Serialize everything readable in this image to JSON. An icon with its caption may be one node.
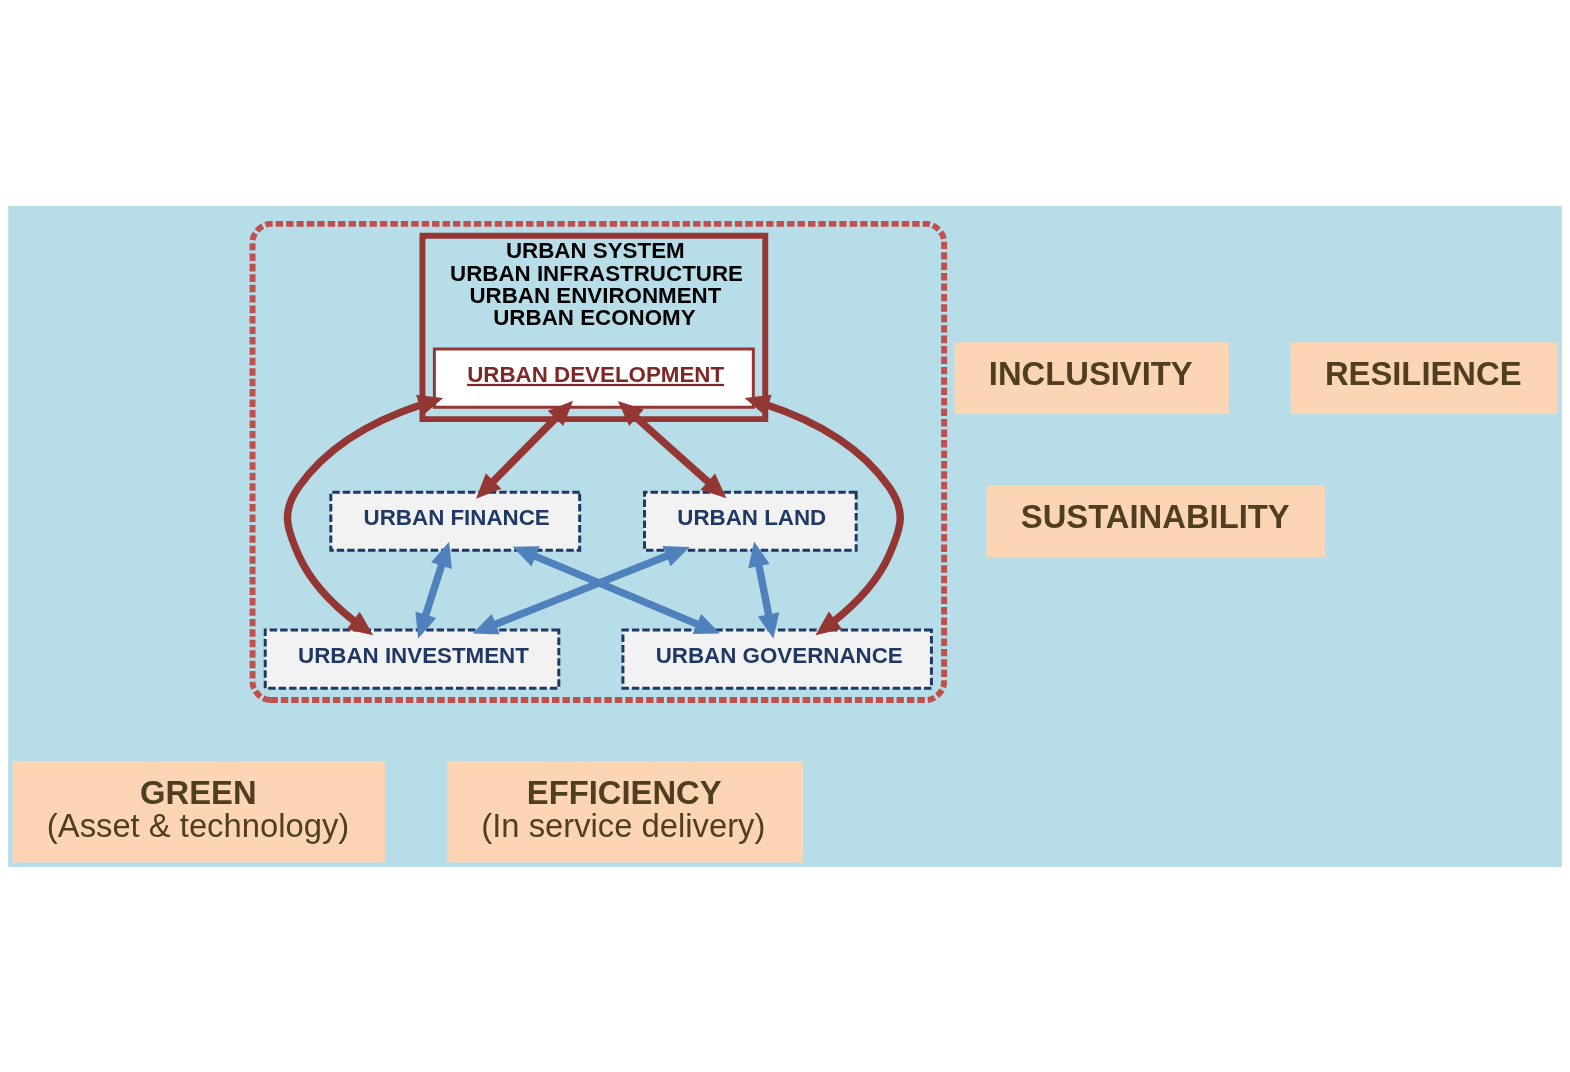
{
  "diagram": {
    "nodes": [
      {
        "text": [],
        "shape": "ellipse"
      },
      {
        "text": [
          "SUSTAINABILITY"
        ]
      },
      {
        "text": [
          "INCLUSIVITY"
        ]
      },
      {
        "text": [
          "RESILIENCE"
        ]
      },
      {
        "text": [
          "GREEN",
          "(Asset & technology)"
        ]
      },
      {
        "text": [
          "EFFICIENCY",
          "(In service delivery)"
        ]
      },
      {
        "text": [
          "URBAN GOVERNANCE"
        ],
        "in": 0
      },
      {
        "text": [
          "URBAN FINANCE"
        ],
        "in": 0
      },
      {
        "text": [
          "URBAN LAND"
        ],
        "in": 0
      },
      {
        "text": [
          "URBAN INVESTMENT"
        ],
        "in": 0
      },
      {
        "text": [
          "URBAN SYSTEM",
          "URBAN INFRASTRUCTURE",
          "URBAN ENVIRONMENT",
          "URBAN ECONOMY"
        ],
        "in": 0
      },
      {
        "text": [
          "URBAN DEVELOPMENT"
        ],
        "in": 10
      }
    ],
    "edges": [
      {
        "from": 7,
        "to": 6,
        "arrow": "both"
      },
      {
        "from": 8,
        "to": 6,
        "arrow": "both"
      },
      {
        "from": 6,
        "to": 11,
        "arrow": "both",
        "color": "#943634"
      },
      {
        "from": 11,
        "to": 7,
        "arrow": "both",
        "color": "#943634"
      },
      {
        "from": 11,
        "to": 8,
        "arrow": "both",
        "color": "#943634"
      },
      {
        "from": 9,
        "to": 11,
        "arrow": "both",
        "color": "#943634"
      },
      {
        "from": 7,
        "to": 9,
        "arrow": "both"
      },
      {
        "from": 8,
        "to": 9,
        "arrow": "both"
      }
    ]
  }
}
